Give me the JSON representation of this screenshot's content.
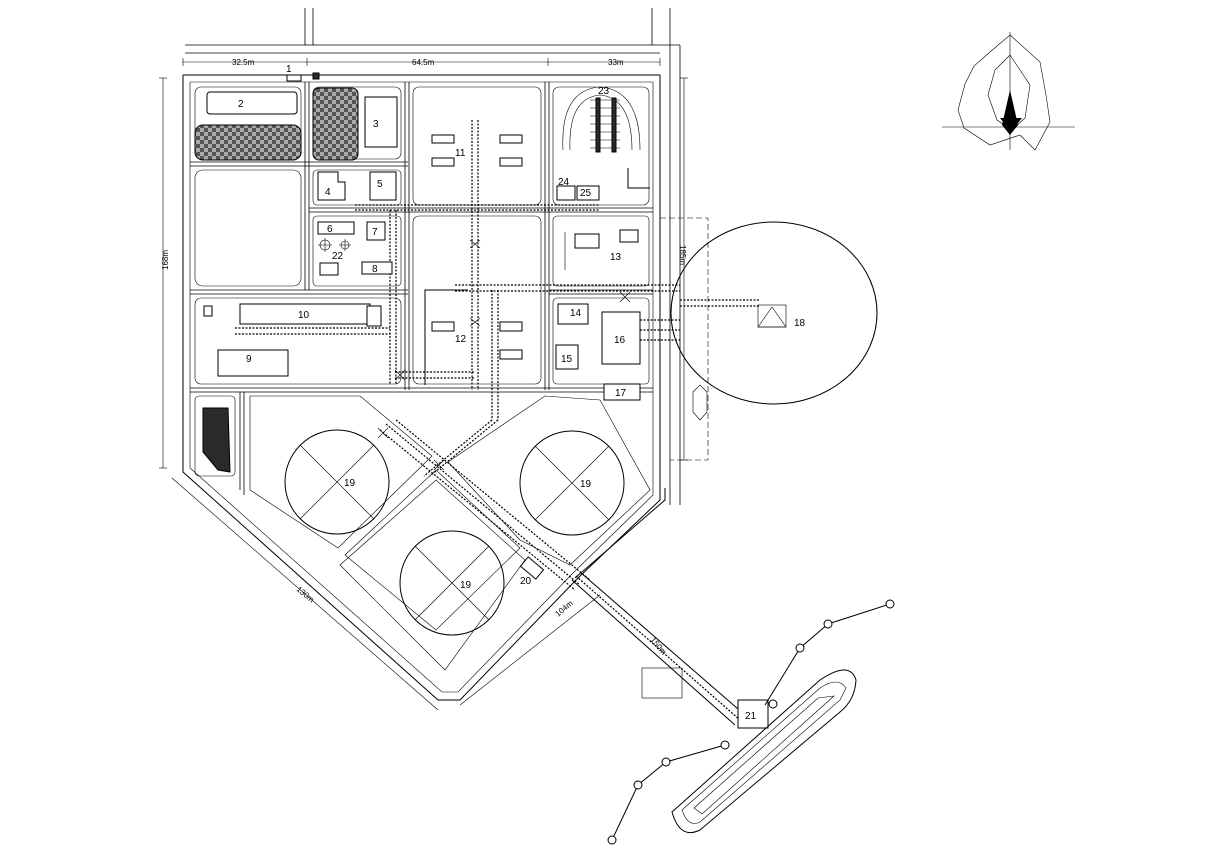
{
  "dimensions": {
    "top_left": "32.5m",
    "top_middle": "64.5m",
    "top_right": "33m",
    "left_side": "168m",
    "right_side": "185m",
    "bottom_diagonal": "130m",
    "jetty_a": "104m",
    "jetty_b": "150m"
  },
  "buildings": {
    "b1": "1",
    "b2": "2",
    "b3": "3",
    "b4": "4",
    "b5": "5",
    "b6": "6",
    "b7": "7",
    "b8": "8",
    "b9": "9",
    "b10": "10",
    "b11": "11",
    "b12": "12",
    "b13": "13",
    "b14": "14",
    "b15": "15",
    "b16": "16",
    "b17": "17",
    "b18": "18",
    "b19a": "19",
    "b19b": "19",
    "b19c": "19",
    "b20": "20",
    "b21": "21",
    "b22": "22",
    "b23": "23",
    "b24": "24",
    "b25": "25"
  },
  "legend": {
    "wind_rose_icon": "wind-rose"
  },
  "colors": {
    "line": "#000000",
    "background": "#ffffff",
    "fill_dark": "#2a2a2a"
  }
}
